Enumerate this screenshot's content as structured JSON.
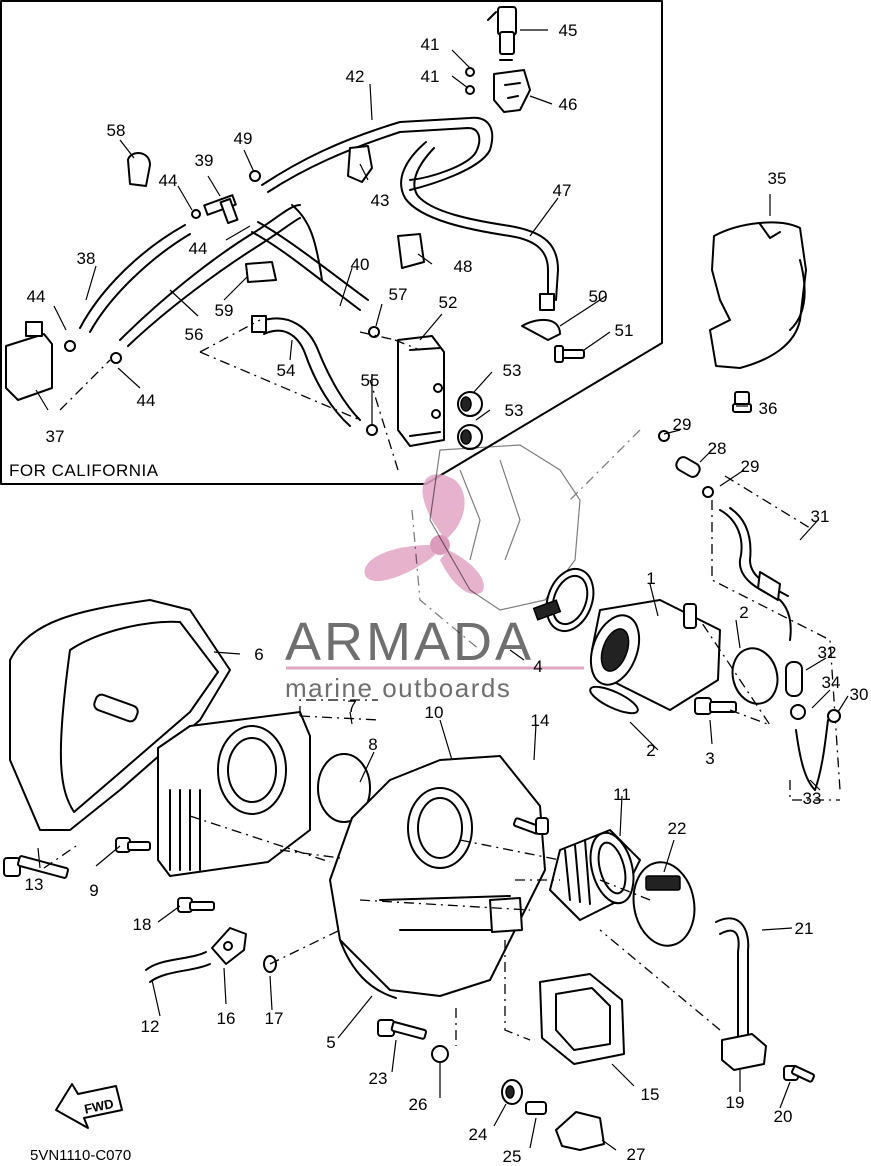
{
  "inset": {
    "label": "FOR CALIFORNIA"
  },
  "drawing_code": "5VN1110-C070",
  "fwd_label": "FWD",
  "watermark": {
    "brand": "ARMADA",
    "tagline": "marine outboards",
    "accent": "#e3a5c4"
  },
  "callouts": [
    {
      "n": "45"
    },
    {
      "n": "41"
    },
    {
      "n": "41"
    },
    {
      "n": "46"
    },
    {
      "n": "42"
    },
    {
      "n": "58"
    },
    {
      "n": "49"
    },
    {
      "n": "39"
    },
    {
      "n": "44"
    },
    {
      "n": "43"
    },
    {
      "n": "47"
    },
    {
      "n": "44"
    },
    {
      "n": "48"
    },
    {
      "n": "38"
    },
    {
      "n": "40"
    },
    {
      "n": "57"
    },
    {
      "n": "52"
    },
    {
      "n": "50"
    },
    {
      "n": "44"
    },
    {
      "n": "59"
    },
    {
      "n": "56"
    },
    {
      "n": "51"
    },
    {
      "n": "54"
    },
    {
      "n": "53"
    },
    {
      "n": "55"
    },
    {
      "n": "53"
    },
    {
      "n": "44"
    },
    {
      "n": "37"
    },
    {
      "n": "35"
    },
    {
      "n": "36"
    },
    {
      "n": "29"
    },
    {
      "n": "28"
    },
    {
      "n": "29"
    },
    {
      "n": "31"
    },
    {
      "n": "1"
    },
    {
      "n": "2"
    },
    {
      "n": "32"
    },
    {
      "n": "6"
    },
    {
      "n": "34"
    },
    {
      "n": "30"
    },
    {
      "n": "4"
    },
    {
      "n": "7"
    },
    {
      "n": "2"
    },
    {
      "n": "3"
    },
    {
      "n": "10"
    },
    {
      "n": "14"
    },
    {
      "n": "8"
    },
    {
      "n": "33"
    },
    {
      "n": "11"
    },
    {
      "n": "22"
    },
    {
      "n": "13"
    },
    {
      "n": "9"
    },
    {
      "n": "18"
    },
    {
      "n": "21"
    },
    {
      "n": "12"
    },
    {
      "n": "16"
    },
    {
      "n": "17"
    },
    {
      "n": "5"
    },
    {
      "n": "23"
    },
    {
      "n": "26"
    },
    {
      "n": "15"
    },
    {
      "n": "19"
    },
    {
      "n": "20"
    },
    {
      "n": "24"
    },
    {
      "n": "25"
    },
    {
      "n": "27"
    }
  ]
}
